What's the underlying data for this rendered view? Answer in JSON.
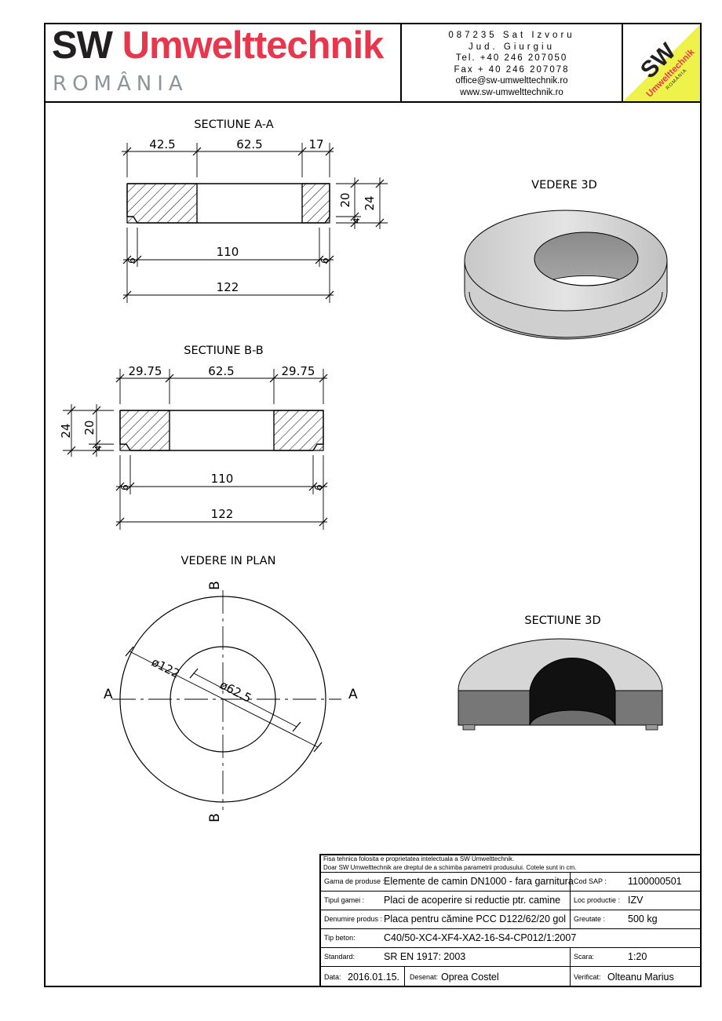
{
  "header": {
    "logo_sw": "SW",
    "logo_brand": "Umwelttechnik",
    "logo_country": "ROMÂNIA",
    "contact": {
      "line1": "087235 Sat Izvoru",
      "line2": "Jud.  Giurgiu",
      "line3": "Tel. +40 246 207050",
      "line4": "Fax + 40 246 207078",
      "email": "office@sw-umwelttechnik.ro",
      "web": "www.sw-umwelttechnik.ro"
    },
    "badge_sw": "SW",
    "badge_brand": "Umwelttechnik",
    "badge_country": "ROMÂNIA",
    "colors": {
      "brand_red": "#e8374c",
      "brand_gray": "#8e9498",
      "badge_yellow": "#eef24a"
    }
  },
  "drawings": {
    "section_aa": {
      "title": "SECTIUNE A-A",
      "dim_left": "42.5",
      "dim_mid": "62.5",
      "dim_right": "17",
      "dim_h20": "20",
      "dim_h24": "24",
      "dim_h4": "4",
      "dim_110": "110",
      "dim_122": "122",
      "dim_6a": "6",
      "dim_6b": "6"
    },
    "section_bb": {
      "title": "SECTIUNE B-B",
      "dim_left": "29.75",
      "dim_mid": "62.5",
      "dim_right": "29.75",
      "dim_h24": "24",
      "dim_h20": "20",
      "dim_h4": "4",
      "dim_110": "110",
      "dim_122": "122",
      "dim_6a": "6",
      "dim_6b": "6"
    },
    "plan": {
      "title": "VEDERE IN PLAN",
      "outer_dia": "ø122",
      "inner_dia": "ø62.5",
      "label_a_left": "A",
      "label_a_right": "A",
      "label_b_top": "B",
      "label_b_bottom": "B"
    },
    "view_3d": {
      "title": "VEDERE 3D"
    },
    "section_3d": {
      "title": "SECTIUNE 3D"
    }
  },
  "title_block": {
    "note_line1": "Fisa tehnica folosita e proprietatea intelectuala a SW Umwelttechnik.",
    "note_line2": "Doar SW Umwelttechnik are dreptul de a schimba parametrii produsului. Cotele sunt in cm.",
    "gama_label": "Gama de produse :",
    "gama_value": "Elemente de camin DN1000 - fara garnitura",
    "cod_label": "Cod SAP :",
    "cod_value": "1100000501",
    "tip_label": "Tipul gamei :",
    "tip_value": "Placi de acoperire si reductie ptr. camine",
    "loc_label": "Loc productie :",
    "loc_value": "IZV",
    "den_label": "Denumire produs :",
    "den_value": "Placa pentru cămine PCC D122/62/20 gol",
    "greutate_label": "Greutate :",
    "greutate_value": "500 kg",
    "beton_label": "Tip beton:",
    "beton_value": "C40/50-XC4-XF4-XA2-16-S4-CP012/1:2007",
    "standard_label": "Standard:",
    "standard_value": "SR EN 1917: 2003",
    "scara_label": "Scara:",
    "scara_value": "1:20",
    "data_label": "Data:",
    "data_value": "2016.01.15.",
    "desenat_label": "Desenat:",
    "desenat_value": "Oprea Costel",
    "verificat_label": "Verificat:",
    "verificat_value": "Olteanu Marius"
  }
}
